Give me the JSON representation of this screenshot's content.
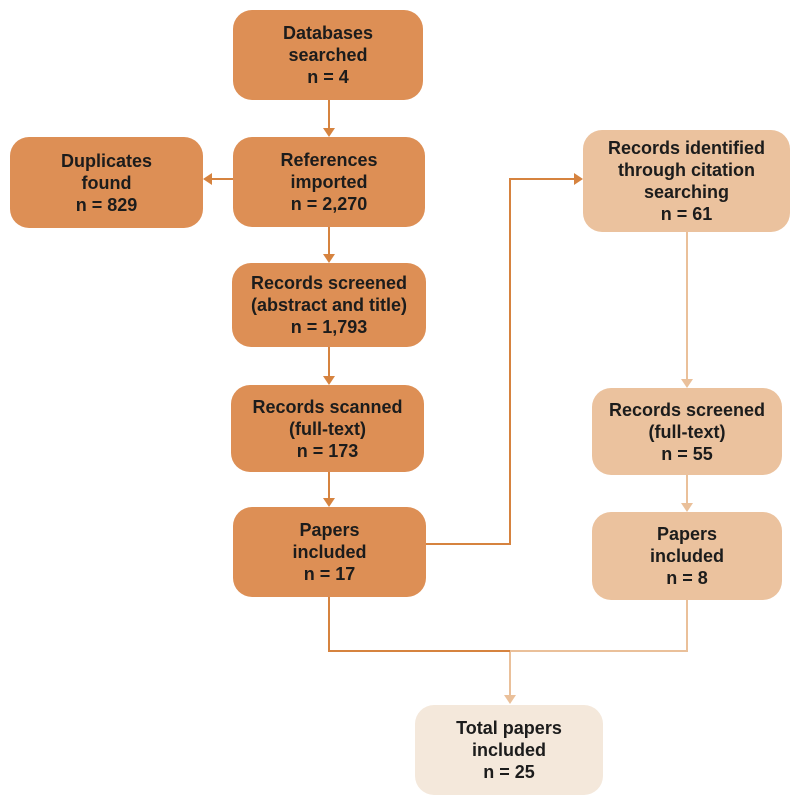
{
  "colors": {
    "background": "#ffffff",
    "box_dark": "#DD8F55",
    "box_light": "#EBC29E",
    "box_cream": "#F4E8DB",
    "arrow_dark": "#D6833F",
    "arrow_light": "#EAC09A",
    "text": "#1c1c1c"
  },
  "diagram_type": "flowchart",
  "nodes": {
    "databases": {
      "text": "Databases\nsearched\nn = 4",
      "n": 4
    },
    "duplicates": {
      "text": "Duplicates\nfound\nn = 829",
      "n": 829
    },
    "references": {
      "text": "References\nimported\nn = 2,270",
      "n": 2270
    },
    "screened_abstract": {
      "text": "Records screened\n(abstract and title)\nn = 1,793",
      "n": 1793
    },
    "scanned_fulltext": {
      "text": "Records scanned\n(full-text)\nn = 173",
      "n": 173
    },
    "papers_included_main": {
      "text": "Papers\nincluded\nn = 17",
      "n": 17
    },
    "citation_search": {
      "text": "Records identified\nthrough citation\nsearching\nn = 61",
      "n": 61
    },
    "screened_fulltext_right": {
      "text": "Records screened\n(full-text)\nn = 55",
      "n": 55
    },
    "papers_included_right": {
      "text": "Papers\nincluded\nn = 8",
      "n": 8
    },
    "total": {
      "text": "Total papers\nincluded\nn = 25",
      "n": 25
    }
  },
  "edges": [
    {
      "from": "databases",
      "to": "references"
    },
    {
      "from": "references",
      "to": "duplicates"
    },
    {
      "from": "references",
      "to": "screened_abstract"
    },
    {
      "from": "screened_abstract",
      "to": "scanned_fulltext"
    },
    {
      "from": "scanned_fulltext",
      "to": "papers_included_main"
    },
    {
      "from": "papers_included_main",
      "to": "citation_search"
    },
    {
      "from": "citation_search",
      "to": "screened_fulltext_right"
    },
    {
      "from": "screened_fulltext_right",
      "to": "papers_included_right"
    },
    {
      "from": "papers_included_main",
      "to": "total"
    },
    {
      "from": "papers_included_right",
      "to": "total"
    }
  ]
}
